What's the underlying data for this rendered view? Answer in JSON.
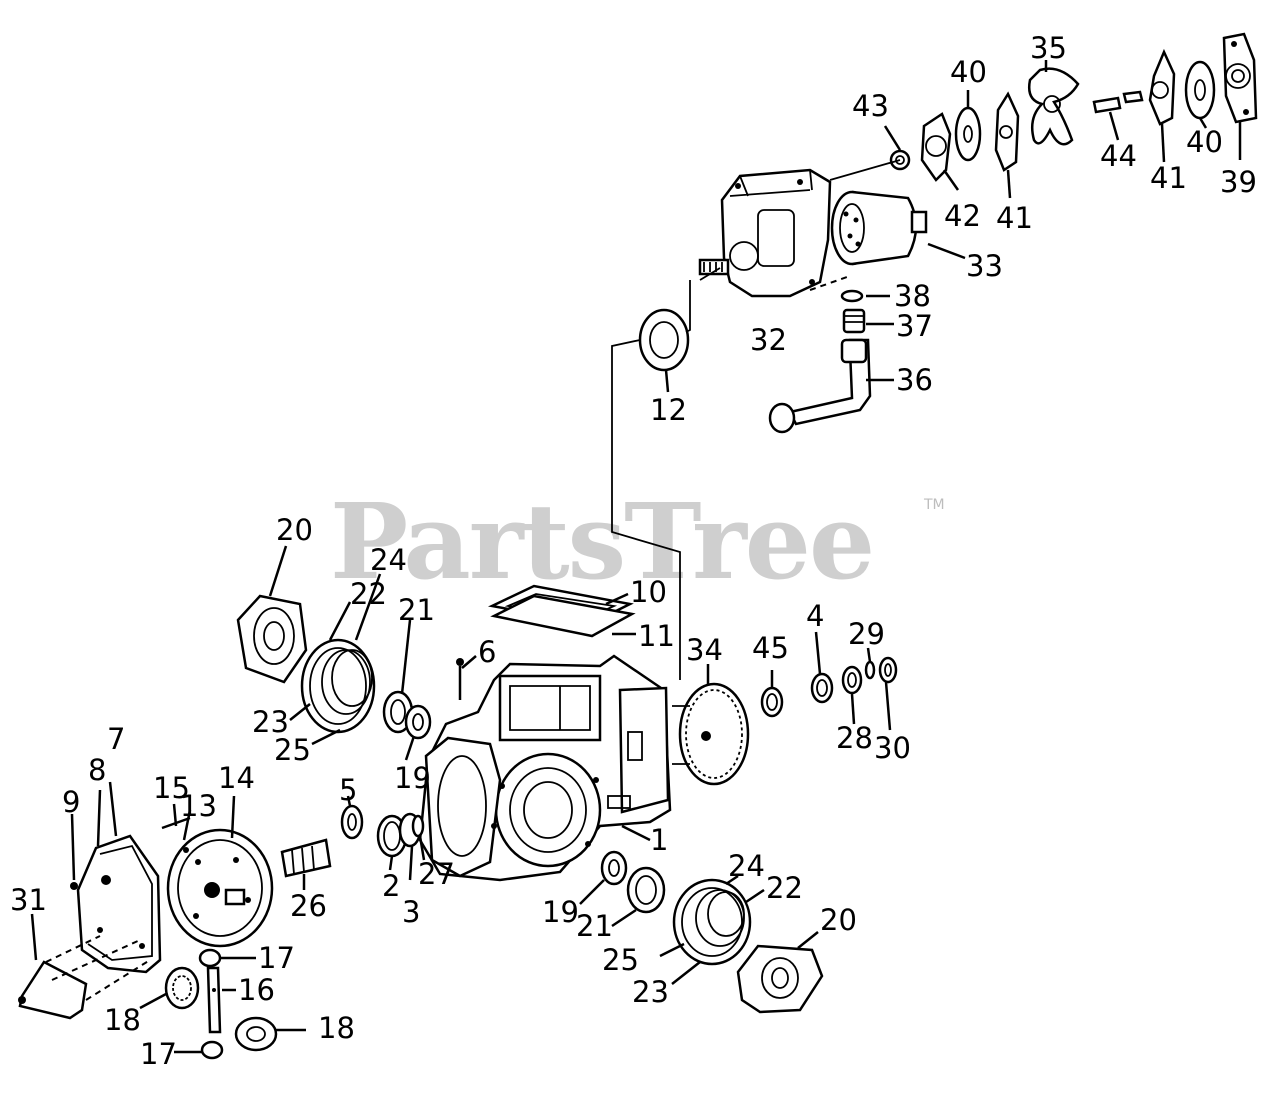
{
  "watermark": {
    "brand": "PartsTree",
    "trademark": "TM"
  },
  "callouts": [
    {
      "id": "c1",
      "text": "1"
    },
    {
      "id": "c2",
      "text": "2"
    },
    {
      "id": "c3",
      "text": "3"
    },
    {
      "id": "c4",
      "text": "4"
    },
    {
      "id": "c5",
      "text": "5"
    },
    {
      "id": "c6",
      "text": "6"
    },
    {
      "id": "c7",
      "text": "7"
    },
    {
      "id": "c8",
      "text": "8"
    },
    {
      "id": "c9",
      "text": "9"
    },
    {
      "id": "c10",
      "text": "10"
    },
    {
      "id": "c11",
      "text": "11"
    },
    {
      "id": "c12",
      "text": "12"
    },
    {
      "id": "c13",
      "text": "13"
    },
    {
      "id": "c14",
      "text": "14"
    },
    {
      "id": "c15",
      "text": "15"
    },
    {
      "id": "c16",
      "text": "16"
    },
    {
      "id": "c17a",
      "text": "17"
    },
    {
      "id": "c17b",
      "text": "17"
    },
    {
      "id": "c18a",
      "text": "18"
    },
    {
      "id": "c18b",
      "text": "18"
    },
    {
      "id": "c19a",
      "text": "19"
    },
    {
      "id": "c19b",
      "text": "19"
    },
    {
      "id": "c20a",
      "text": "20"
    },
    {
      "id": "c20b",
      "text": "20"
    },
    {
      "id": "c21a",
      "text": "21"
    },
    {
      "id": "c21b",
      "text": "21"
    },
    {
      "id": "c22a",
      "text": "22"
    },
    {
      "id": "c22b",
      "text": "22"
    },
    {
      "id": "c23a",
      "text": "23"
    },
    {
      "id": "c23b",
      "text": "23"
    },
    {
      "id": "c24a",
      "text": "24"
    },
    {
      "id": "c24b",
      "text": "24"
    },
    {
      "id": "c25a",
      "text": "25"
    },
    {
      "id": "c25b",
      "text": "25"
    },
    {
      "id": "c26",
      "text": "26"
    },
    {
      "id": "c27",
      "text": "27"
    },
    {
      "id": "c28",
      "text": "28"
    },
    {
      "id": "c29",
      "text": "29"
    },
    {
      "id": "c30",
      "text": "30"
    },
    {
      "id": "c31",
      "text": "31"
    },
    {
      "id": "c32",
      "text": "32"
    },
    {
      "id": "c33",
      "text": "33"
    },
    {
      "id": "c34",
      "text": "34"
    },
    {
      "id": "c35",
      "text": "35"
    },
    {
      "id": "c36",
      "text": "36"
    },
    {
      "id": "c37",
      "text": "37"
    },
    {
      "id": "c38",
      "text": "38"
    },
    {
      "id": "c39",
      "text": "39"
    },
    {
      "id": "c40a",
      "text": "40"
    },
    {
      "id": "c40b",
      "text": "40"
    },
    {
      "id": "c41a",
      "text": "41"
    },
    {
      "id": "c41b",
      "text": "41"
    },
    {
      "id": "c42",
      "text": "42"
    },
    {
      "id": "c43",
      "text": "43"
    },
    {
      "id": "c44",
      "text": "44"
    },
    {
      "id": "c45",
      "text": "45"
    }
  ]
}
